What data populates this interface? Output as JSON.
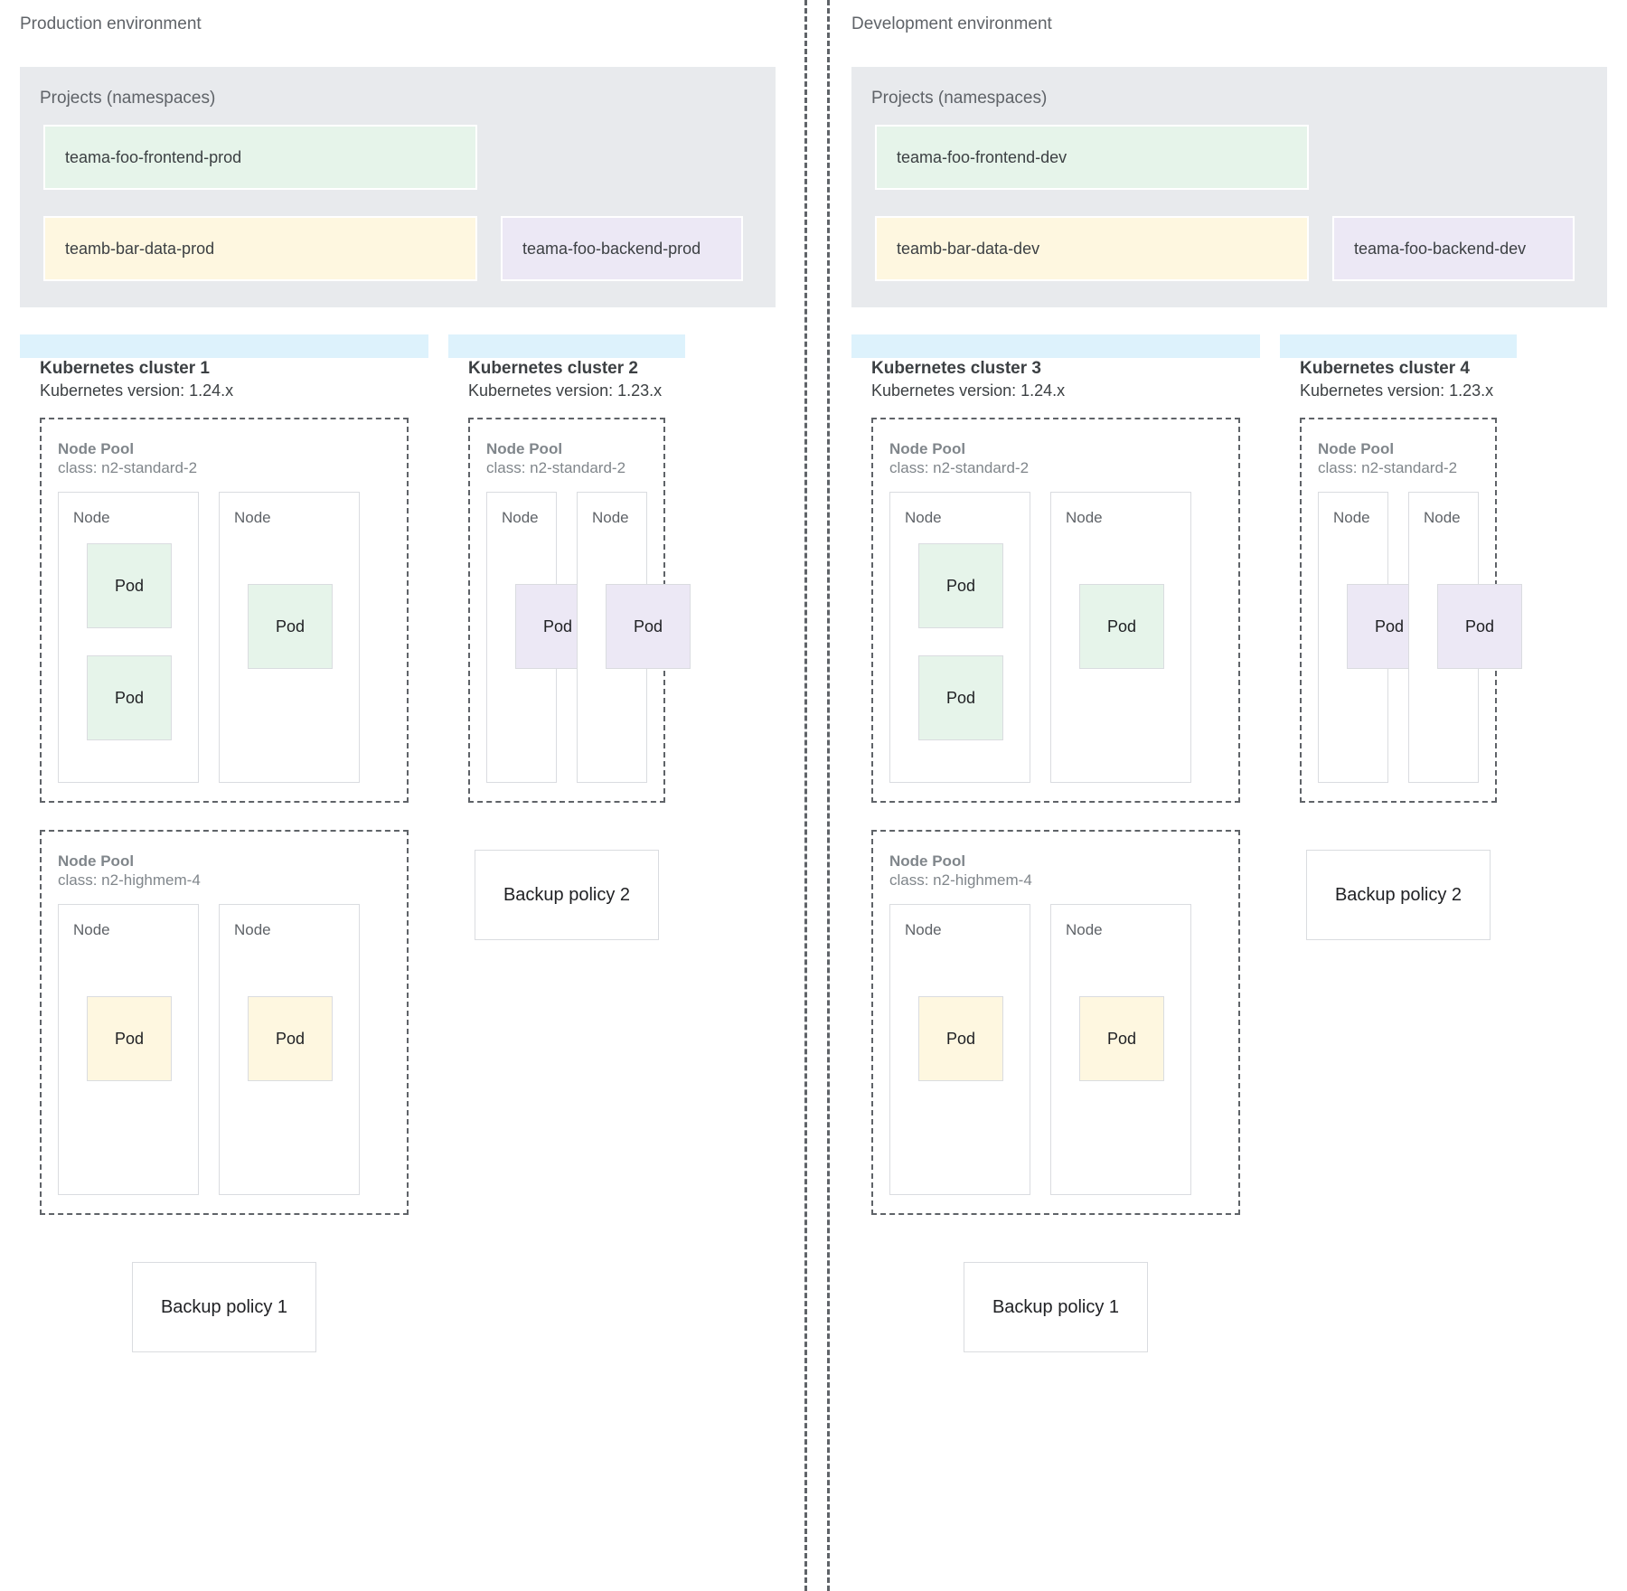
{
  "colors": {
    "cluster_bg": "#ddf2fc",
    "projects_bg": "#e8eaed",
    "green": "#e6f4ea",
    "yellow": "#fef7e0",
    "purple": "#ece8f5",
    "divider": "#5f6368",
    "text": "#3c4043",
    "muted": "#80868b"
  },
  "environments": [
    {
      "title": "Production environment",
      "projects": {
        "title": "Projects (namespaces)",
        "rows": [
          [
            {
              "label": "teama-foo-frontend-prod",
              "color": "green",
              "width": "wide"
            }
          ],
          [
            {
              "label": "teamb-bar-data-prod",
              "color": "yellow",
              "width": "wide"
            },
            {
              "label": "teama-foo-backend-prod",
              "color": "purple",
              "width": "narrow"
            }
          ]
        ]
      },
      "clusters": [
        {
          "name": "Kubernetes cluster 1",
          "version": "Kubernetes version: 1.24.x",
          "width": "wide",
          "pools": [
            {
              "title": "Node Pool",
              "class": "class: n2-standard-2",
              "nodes": [
                {
                  "label": "Node",
                  "pods": [
                    {
                      "label": "Pod",
                      "color": "green",
                      "slot": "0"
                    },
                    {
                      "label": "Pod",
                      "color": "green",
                      "slot": "1"
                    }
                  ]
                },
                {
                  "label": "Node",
                  "pods": [
                    {
                      "label": "Pod",
                      "color": "green",
                      "slot": "mid"
                    }
                  ]
                }
              ]
            },
            {
              "title": "Node Pool",
              "class": "class: n2-highmem-4",
              "nodes": [
                {
                  "label": "Node",
                  "pods": [
                    {
                      "label": "Pod",
                      "color": "yellow",
                      "slot": "mid"
                    }
                  ]
                },
                {
                  "label": "Node",
                  "pods": [
                    {
                      "label": "Pod",
                      "color": "yellow",
                      "slot": "mid"
                    }
                  ]
                }
              ]
            }
          ],
          "backup_policy": "Backup policy 1"
        },
        {
          "name": "Kubernetes cluster 2",
          "version": "Kubernetes version: 1.23.x",
          "width": "narrow",
          "pools": [
            {
              "title": "Node Pool",
              "class": "class: n2-standard-2",
              "grow": true,
              "nodes": [
                {
                  "label": "Node",
                  "pods": [
                    {
                      "label": "Pod",
                      "color": "purple",
                      "slot": "mid"
                    }
                  ]
                },
                {
                  "label": "Node",
                  "pods": [
                    {
                      "label": "Pod",
                      "color": "purple",
                      "slot": "mid"
                    }
                  ]
                }
              ]
            }
          ],
          "backup_policy": "Backup policy 2"
        }
      ]
    },
    {
      "title": "Development environment",
      "projects": {
        "title": "Projects (namespaces)",
        "rows": [
          [
            {
              "label": "teama-foo-frontend-dev",
              "color": "green",
              "width": "wide"
            }
          ],
          [
            {
              "label": "teamb-bar-data-dev",
              "color": "yellow",
              "width": "wide"
            },
            {
              "label": "teama-foo-backend-dev",
              "color": "purple",
              "width": "narrow"
            }
          ]
        ]
      },
      "clusters": [
        {
          "name": "Kubernetes cluster 3",
          "version": "Kubernetes version: 1.24.x",
          "width": "wide",
          "pools": [
            {
              "title": "Node Pool",
              "class": "class: n2-standard-2",
              "nodes": [
                {
                  "label": "Node",
                  "pods": [
                    {
                      "label": "Pod",
                      "color": "green",
                      "slot": "0"
                    },
                    {
                      "label": "Pod",
                      "color": "green",
                      "slot": "1"
                    }
                  ]
                },
                {
                  "label": "Node",
                  "pods": [
                    {
                      "label": "Pod",
                      "color": "green",
                      "slot": "mid"
                    }
                  ]
                }
              ]
            },
            {
              "title": "Node Pool",
              "class": "class: n2-highmem-4",
              "nodes": [
                {
                  "label": "Node",
                  "pods": [
                    {
                      "label": "Pod",
                      "color": "yellow",
                      "slot": "mid"
                    }
                  ]
                },
                {
                  "label": "Node",
                  "pods": [
                    {
                      "label": "Pod",
                      "color": "yellow",
                      "slot": "mid"
                    }
                  ]
                }
              ]
            }
          ],
          "backup_policy": "Backup policy 1"
        },
        {
          "name": "Kubernetes cluster 4",
          "version": "Kubernetes version: 1.23.x",
          "width": "narrow",
          "pools": [
            {
              "title": "Node Pool",
              "class": "class: n2-standard-2",
              "grow": true,
              "nodes": [
                {
                  "label": "Node",
                  "pods": [
                    {
                      "label": "Pod",
                      "color": "purple",
                      "slot": "mid"
                    }
                  ]
                },
                {
                  "label": "Node",
                  "pods": [
                    {
                      "label": "Pod",
                      "color": "purple",
                      "slot": "mid"
                    }
                  ]
                }
              ]
            }
          ],
          "backup_policy": "Backup policy 2"
        }
      ]
    }
  ]
}
